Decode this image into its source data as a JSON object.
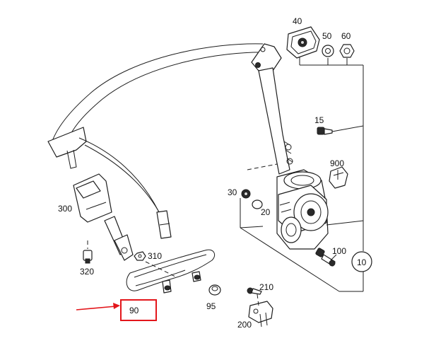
{
  "labels": {
    "p40": "40",
    "p50": "50",
    "p60": "60",
    "p15": "15",
    "p900": "900",
    "p30": "30",
    "p20": "20",
    "p300": "300",
    "p310": "310",
    "p320": "320",
    "p100": "100",
    "p10": "10",
    "p210": "210",
    "p90": "90",
    "p95": "95",
    "p200": "200"
  },
  "colors": {
    "highlight": "#e3161b",
    "line": "#1e1e1e",
    "background": "#ffffff"
  },
  "highlighted_part": "90"
}
